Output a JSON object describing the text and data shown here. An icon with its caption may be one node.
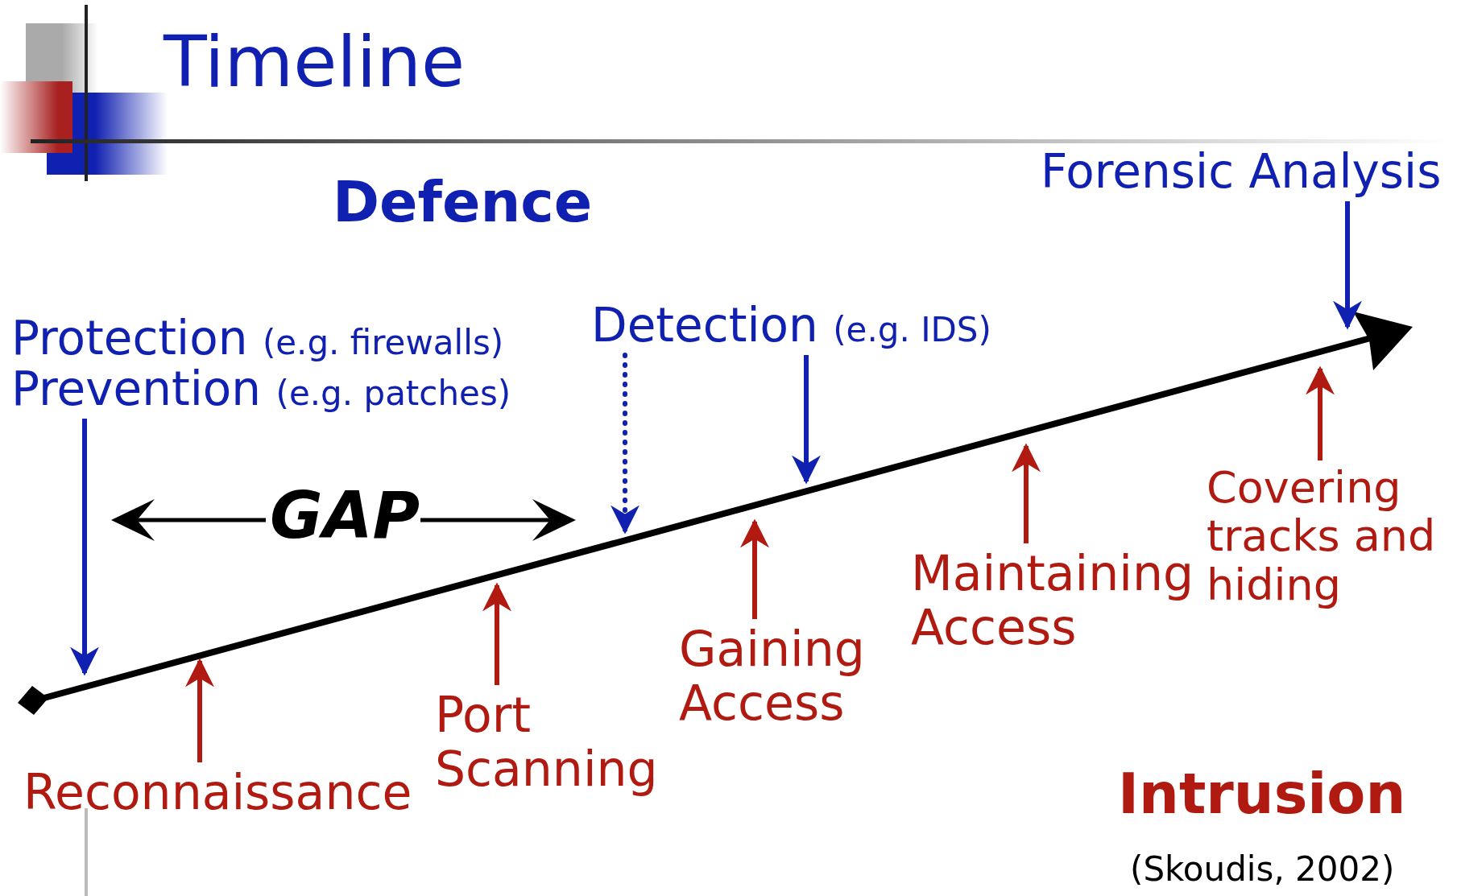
{
  "diagram": {
    "title": "Timeline",
    "nodes": [
      {
        "text": [
          "Protection",
          "(e.g. firewalls)"
        ]
      },
      {
        "text": [
          "Prevention",
          "(e.g. patches)"
        ]
      },
      {
        "text": [
          "Detection",
          "(e.g. IDS)"
        ]
      },
      {
        "text": [
          "Forensic Analysis"
        ]
      },
      {
        "text": [
          "Reconnaissance"
        ]
      },
      {
        "text": [
          "Port Scanning"
        ]
      },
      {
        "text": [
          "Gaining Access"
        ]
      },
      {
        "text": [
          "Maintaining Access"
        ]
      },
      {
        "text": [
          "Covering tracks and hiding"
        ]
      }
    ],
    "edges": [
      {
        "from": 1,
        "to": null,
        "arrow": "to",
        "color": "#1020b0"
      },
      {
        "from": 2,
        "to": null,
        "arrow": "to",
        "style": "dashed",
        "color": "#1020b0"
      },
      {
        "from": 2,
        "to": null,
        "arrow": "to",
        "color": "#1020b0"
      },
      {
        "from": 3,
        "to": null,
        "arrow": "to",
        "color": "#1020b0"
      },
      {
        "from": 4,
        "to": null,
        "arrow": "to"
      },
      {
        "from": 5,
        "to": null,
        "arrow": "to"
      },
      {
        "from": 6,
        "to": null,
        "arrow": "to"
      },
      {
        "from": 7,
        "to": null,
        "arrow": "to"
      },
      {
        "from": 8,
        "to": null,
        "arrow": "to"
      }
    ],
    "labels": [
      "Defence",
      "GAP",
      "Intrusion",
      "(Skoudis, 2002)"
    ]
  }
}
